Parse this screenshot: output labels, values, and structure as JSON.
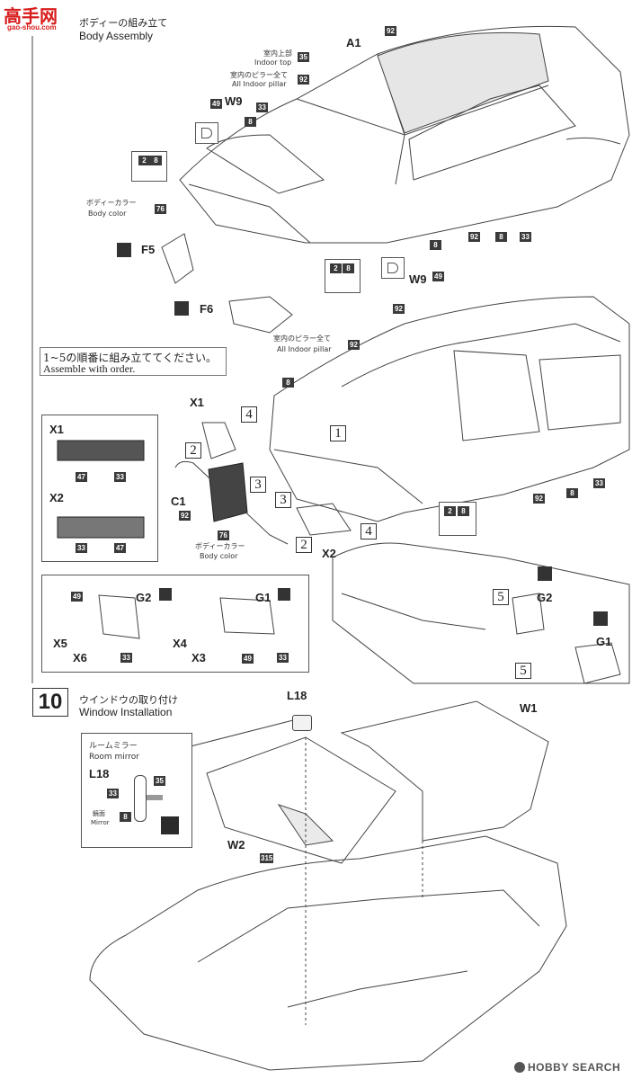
{
  "watermark_top": "gao-shou.com",
  "section_body": {
    "title_jp": "ボディーの組み立て",
    "title_en": "Body Assembly",
    "indoor_top_jp": "室内上部",
    "indoor_top_en": "Indoor top",
    "indoor_pillar_jp": "室内のピラー全て",
    "indoor_pillar_en": "All Indoor pillar",
    "body_color_jp": "ボディーカラー",
    "body_color_en": "Body color",
    "parts": {
      "a1": "A1",
      "w9": "W9",
      "f5": "F5",
      "f6": "F6",
      "x1": "X1",
      "x2": "X2",
      "c1": "C1",
      "x3": "X3",
      "x4": "X4",
      "x5": "X5",
      "x6": "X6",
      "g1": "G1",
      "g2": "G2"
    },
    "codes": {
      "c92": "92",
      "c35": "35",
      "c33": "33",
      "c8": "8",
      "c49": "49",
      "c28a": "2",
      "c28b": "8",
      "c76": "76",
      "c47": "47",
      "c315": "315"
    }
  },
  "order_note": {
    "jp": "1~5の順番に組み立ててください。",
    "en": "Assemble with order."
  },
  "steps": {
    "s1": "1",
    "s2": "2",
    "s3": "3",
    "s4": "4",
    "s5": "5"
  },
  "section_window": {
    "number": "10",
    "title_jp": "ウインドウの取り付け",
    "title_en": "Window Installation",
    "room_mirror_jp": "ルームミラー",
    "room_mirror_en": "Room mirror",
    "mirror_jp": "鏡面",
    "mirror_en": "Mirror",
    "parts": {
      "l18": "L18",
      "w1": "W1",
      "w2": "W2"
    }
  },
  "watermark_bottom": "HOBBY SEARCH"
}
